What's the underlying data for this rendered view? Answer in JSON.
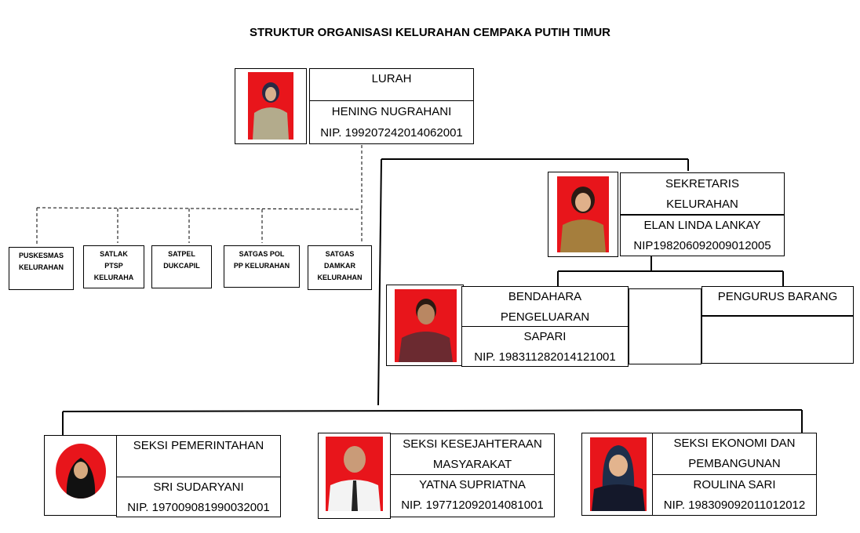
{
  "title": "STRUKTUR ORGANISASI KELURAHAN CEMPAKA PUTIH TIMUR",
  "lurah": {
    "position": "LURAH",
    "name": "HENING NUGRAHANI",
    "nip": "NIP. 199207242014062001"
  },
  "sekretaris": {
    "position_line1": "SEKRETARIS",
    "position_line2": "KELURAHAN",
    "name": "ELAN LINDA LANKAY",
    "nip": "NIP198206092009012005"
  },
  "bendahara": {
    "position_line1": "BENDAHARA",
    "position_line2": "PENGELUARAN",
    "name": "SAPARI",
    "nip": "NIP. 198311282014121001"
  },
  "pengurus_barang": {
    "position": "PENGURUS BARANG"
  },
  "units": [
    {
      "lines": [
        "PUSKESMAS",
        "KELURAHAN"
      ]
    },
    {
      "lines": [
        "SATLAK",
        "PTSP",
        "KELURAHA"
      ]
    },
    {
      "lines": [
        "SATPEL",
        "DUKCAPIL"
      ]
    },
    {
      "lines": [
        "SATGAS POL",
        "PP KELURAHAN"
      ]
    },
    {
      "lines": [
        "SATGAS",
        "DAMKAR",
        "KELURAHAN"
      ]
    }
  ],
  "seksi_pemerintahan": {
    "position": "SEKSI PEMERINTAHAN",
    "name": "SRI SUDARYANI",
    "nip": "NIP. 197009081990032001"
  },
  "seksi_kesejahteraan": {
    "position_line1": "SEKSI KESEJAHTERAAN",
    "position_line2": "MASYARAKAT",
    "name": "YATNA SUPRIATNA",
    "nip": "NIP. 197712092014081001"
  },
  "seksi_ekonomi": {
    "position_line1": "SEKSI EKONOMI DAN",
    "position_line2": "PEMBANGUNAN",
    "name": "ROULINA SARI",
    "nip": "NIP. 198309092011012012"
  },
  "colors": {
    "photo_bg": "#e8151b",
    "line": "#000000"
  }
}
